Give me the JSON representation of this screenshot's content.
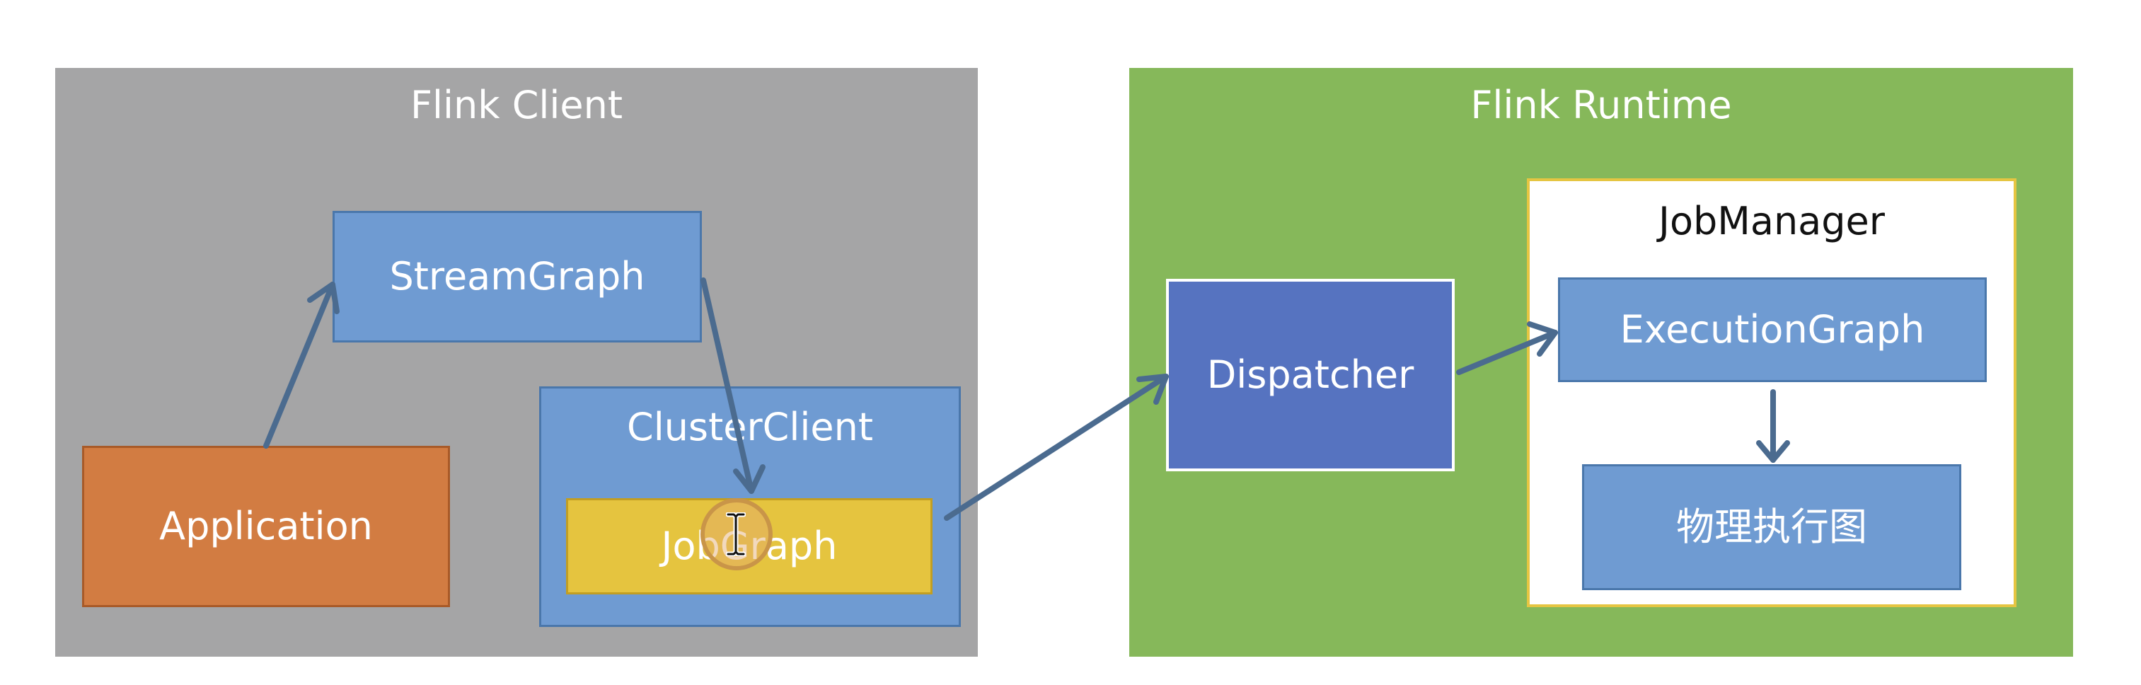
{
  "client_panel": {
    "title": "Flink Client",
    "nodes": {
      "streamgraph": "StreamGraph",
      "application": "Application",
      "clusterclient": "ClusterClient",
      "jobgraph": "JobGraph"
    }
  },
  "runtime_panel": {
    "title": "Flink Runtime",
    "nodes": {
      "dispatcher": "Dispatcher",
      "jobmanager": "JobManager",
      "executiongraph": "ExecutionGraph",
      "physical_graph": "物理执行图"
    }
  },
  "colors": {
    "client_bg": "#a5a5a6",
    "runtime_bg": "#86b85a",
    "blue_box": "#6f9bd2",
    "dispatcher": "#5673c0",
    "application": "#d27c42",
    "jobgraph": "#e5c43f",
    "arrow": "#4b6b8f"
  }
}
